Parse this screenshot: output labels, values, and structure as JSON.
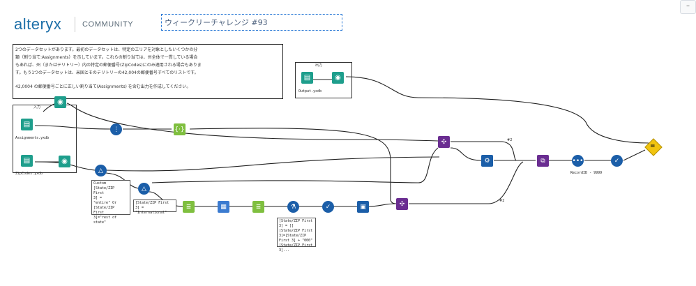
{
  "header": {
    "logo": "alteryx",
    "community": "COMMUNITY",
    "title": "ウィークリーチャレンジ #93",
    "scroll_button": "–"
  },
  "comment": {
    "lines": [
      "2つのデータセットがあります。最初のデータセットは、特定のエリアを対象としたいくつかの分",
      "類（割り当て:Assignments）を示しています。これらの割り当ては、州全体で一貫している場合",
      "もあれば、州（またはテリトリー）内の特定の郵便番号(ZipCodes)にのみ適用される場合もありま",
      "す。もう1つのデータセットは、米国とそのテリトリーの42,004の郵便番号すべてのリストです。"
    ],
    "last": "42,0004 の郵便番号ごとに正しい割り当て(Assignments) を含む出力を作成してください。"
  },
  "containers": {
    "input_label": "入力",
    "output_label": "出力"
  },
  "tool_labels": {
    "assignments": "Assignments.yxdb",
    "zipcodes": "ZipCodes.yxdb",
    "output": "Output.yxdb",
    "record_id": "RecordID - 9999"
  },
  "annotations": {
    "filter1": "Custom\n[State/ZIP\n First\n 3] = \n\"entire\" Or\n[State/ZIP\n First\n 3]=\"rest of\nstate\"",
    "filter2": "[State/ZIP First\n 3] =\n\"International\"",
    "formula": "[State/ZIP First\n 3] = []\n[State/ZIP First\n 3]=[State/ZIP\n First 3] + \"000\"\n[State/ZIP First\n 3]..."
  },
  "anchors": {
    "hash1": "#2",
    "hash2": "#2"
  },
  "colors": {
    "in_out": "#1e9e8c",
    "prep": "#7fbf3f",
    "join": "#6a2d91",
    "transform": "#1b5ea8",
    "parse": "#3b7bd0",
    "check": "#f1c40f"
  }
}
